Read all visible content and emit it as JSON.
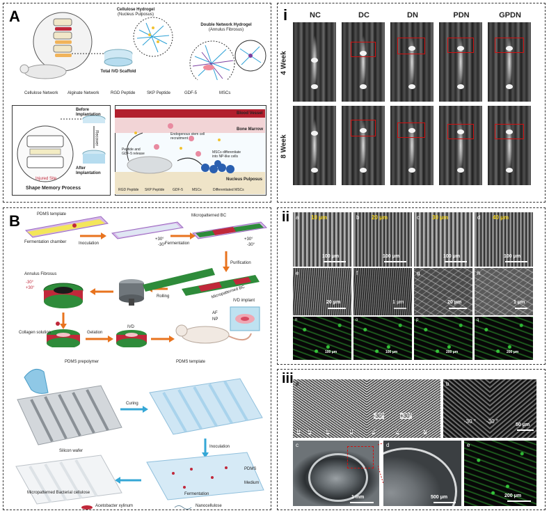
{
  "panels": {
    "a": {
      "label": "A",
      "cellulose_hydrogel": "Cellulose Hydrogel",
      "nucleus_pulposus_paren": "(Nucleus Pulposus)",
      "double_network": "Double Network Hydrogel",
      "annulus_fibrosus_paren": "(Annulus Fibrosus)",
      "total_ivd": "Total IVD Scaffold",
      "legend": [
        "Cellulose Network",
        "Alginate Network",
        "RGD Peptide",
        "SKP Peptide",
        "GDF-5",
        "MSCs"
      ],
      "before": "Before\nImplantation",
      "recover": "Recover",
      "after": "After\nImplantation",
      "injured_site": "Injured Site",
      "shape_memory": "Shape Memory Process",
      "blood_vessel": "Blood Vessel",
      "bone_marrow": "Bone Marrow",
      "endogenous": "Endogenous stem cell\nrecruitment",
      "peptide_release": "Peptide and\nGDF-5 release",
      "msc_diff": "MSCs differentiate\ninto NP-like cells",
      "nucleus_pulposus": "Nucleus Pulposus",
      "legend2": [
        "RGD Peptide",
        "SKP Peptide",
        "GDF-5",
        "MSCs",
        "Differentiated MSCs"
      ]
    },
    "i": {
      "label": "i",
      "columns": [
        "NC",
        "DC",
        "DN",
        "PDN",
        "GPDN"
      ],
      "rows": [
        "4 Week",
        "8 Week"
      ]
    },
    "b": {
      "label": "B",
      "pdms_template": "PDMS template",
      "fermentation_chamber": "Fermentation chamber",
      "inoculation": "Inoculation",
      "fermentation": "Fermentation",
      "micropatterned_bc": "Micropatterned BC",
      "p30": "+30°",
      "m30": "-30°",
      "purification": "Purification",
      "annulus_fibrosus": "Annulus Fibrosus",
      "rolling": "Rolling",
      "collagen_solution": "Collagen solution",
      "gelation": "Gelation",
      "ivd": "IVD",
      "ivd_implant": "IVD implant",
      "af": "AF",
      "np": "NP",
      "pdms_prepolymer": "PDMS prepolymer",
      "curing": "Curing",
      "pdms_template2": "PDMS template",
      "silicon_wafer": "Silicon wafer",
      "inoculation2": "Inoculation",
      "pdms": "PDMS",
      "medium": "Medium",
      "micropatterned_bacterial_cellulose": "Micropatterned Bacterial cellulose",
      "fermentation2": "Fermentation",
      "acetobacter": "Acetobacter xylinum",
      "nanocellulose": "Nanocellulose"
    },
    "ii": {
      "label": "ii",
      "top_labels": [
        "10 μm",
        "20 μm",
        "30 μm",
        "40 μm"
      ],
      "letters": [
        "a",
        "b",
        "c",
        "d",
        "e",
        "f",
        "g",
        "h",
        "n",
        "o",
        "p",
        "q"
      ],
      "scale_top": "100 μm",
      "scale_mid": [
        "20 μm",
        "1 μm",
        "20 μm",
        "1 μm"
      ],
      "scale_bot": [
        "100 μm",
        "100 μm",
        "200 μm",
        "200 μm"
      ]
    },
    "iii": {
      "label": "iii",
      "letters": [
        "a",
        "b",
        "c",
        "d",
        "e"
      ],
      "numbers": [
        "1",
        "2",
        "3",
        "4",
        "5",
        "6",
        "7"
      ],
      "a_m30": "-30°",
      "a_p30": "+30°",
      "b_m30_1": "-30 °",
      "b_m30_2": "-30 °",
      "scale_b": "50 μm",
      "scale_c": "1 mm",
      "scale_d": "500 μm",
      "scale_e": "200 μm"
    }
  },
  "colors": {
    "orange_arrow": "#e8731e",
    "blue_arrow": "#35a7d6",
    "red_box": "#d01010",
    "green_strip": "#2e8b3a",
    "red_strip": "#c0283a",
    "scale_yellow": "#f2d21b"
  }
}
